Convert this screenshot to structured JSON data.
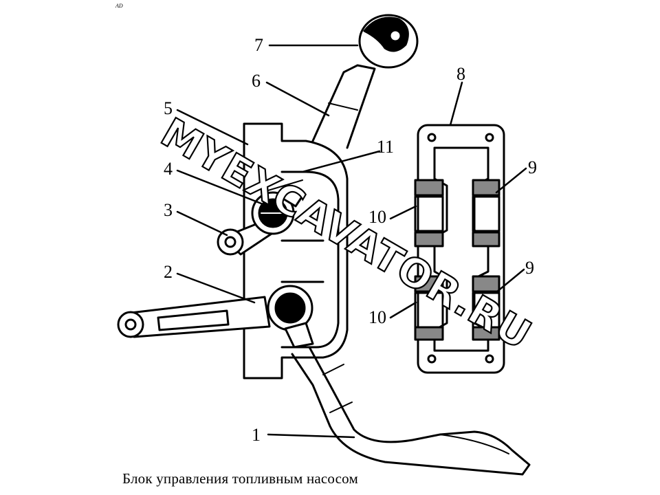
{
  "corner_mark": "AD",
  "caption": "Блок управления топливным насосом",
  "watermark": "MYEXCAVATOR.RU",
  "callouts": {
    "c1": "1",
    "c2": "2",
    "c3": "3",
    "c4": "4",
    "c5": "5",
    "c6": "6",
    "c7": "7",
    "c8": "8",
    "c9a": "9",
    "c9b": "9",
    "c10a": "10",
    "c10b": "10",
    "c11": "11"
  }
}
